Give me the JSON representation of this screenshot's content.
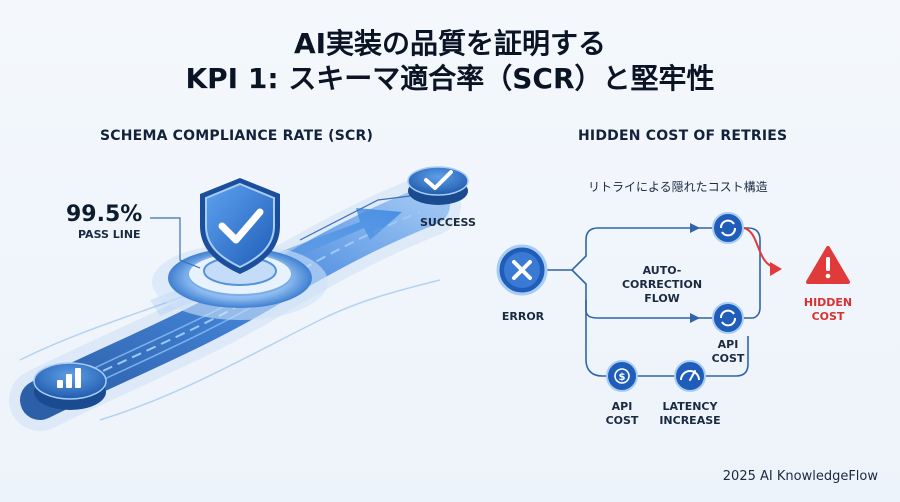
{
  "title": {
    "line1": "AI実装の品質を証明する",
    "line2": "KPI 1: スキーマ適合率（SCR）と堅牢性"
  },
  "left_panel": {
    "heading": "SCHEMA COMPLIANCE RATE (SCR)",
    "pass_value": "99.5%",
    "pass_label": "PASS LINE",
    "success_label": "SUCCESS",
    "icons": [
      "bar-chart-icon",
      "shield-check-icon",
      "check-icon"
    ]
  },
  "right_panel": {
    "heading": "HIDDEN COST OF RETRIES",
    "subtitle": "リトライによる隠れたコスト構造",
    "error_label": "ERROR",
    "auto_correction_label_1": "AUTO-CORRECTION",
    "auto_correction_label_2": "FLOW",
    "api_cost_right_1": "API",
    "api_cost_right_2": "COST",
    "api_cost_bottom_1": "API",
    "api_cost_bottom_2": "COST",
    "latency_label_1": "LATENCY",
    "latency_label_2": "INCREASE",
    "hidden_cost_1": "HIDDEN",
    "hidden_cost_2": "COST",
    "icons": [
      "x-icon",
      "refresh-icon",
      "dollar-icon",
      "gauge-icon",
      "warning-icon"
    ]
  },
  "colors": {
    "primary": "#2f74c8",
    "dark_blue": "#1a4f96",
    "warning": "#e03a3a",
    "background": "#f0f5fb"
  },
  "footer": "2025 AI KnowledgeFlow"
}
